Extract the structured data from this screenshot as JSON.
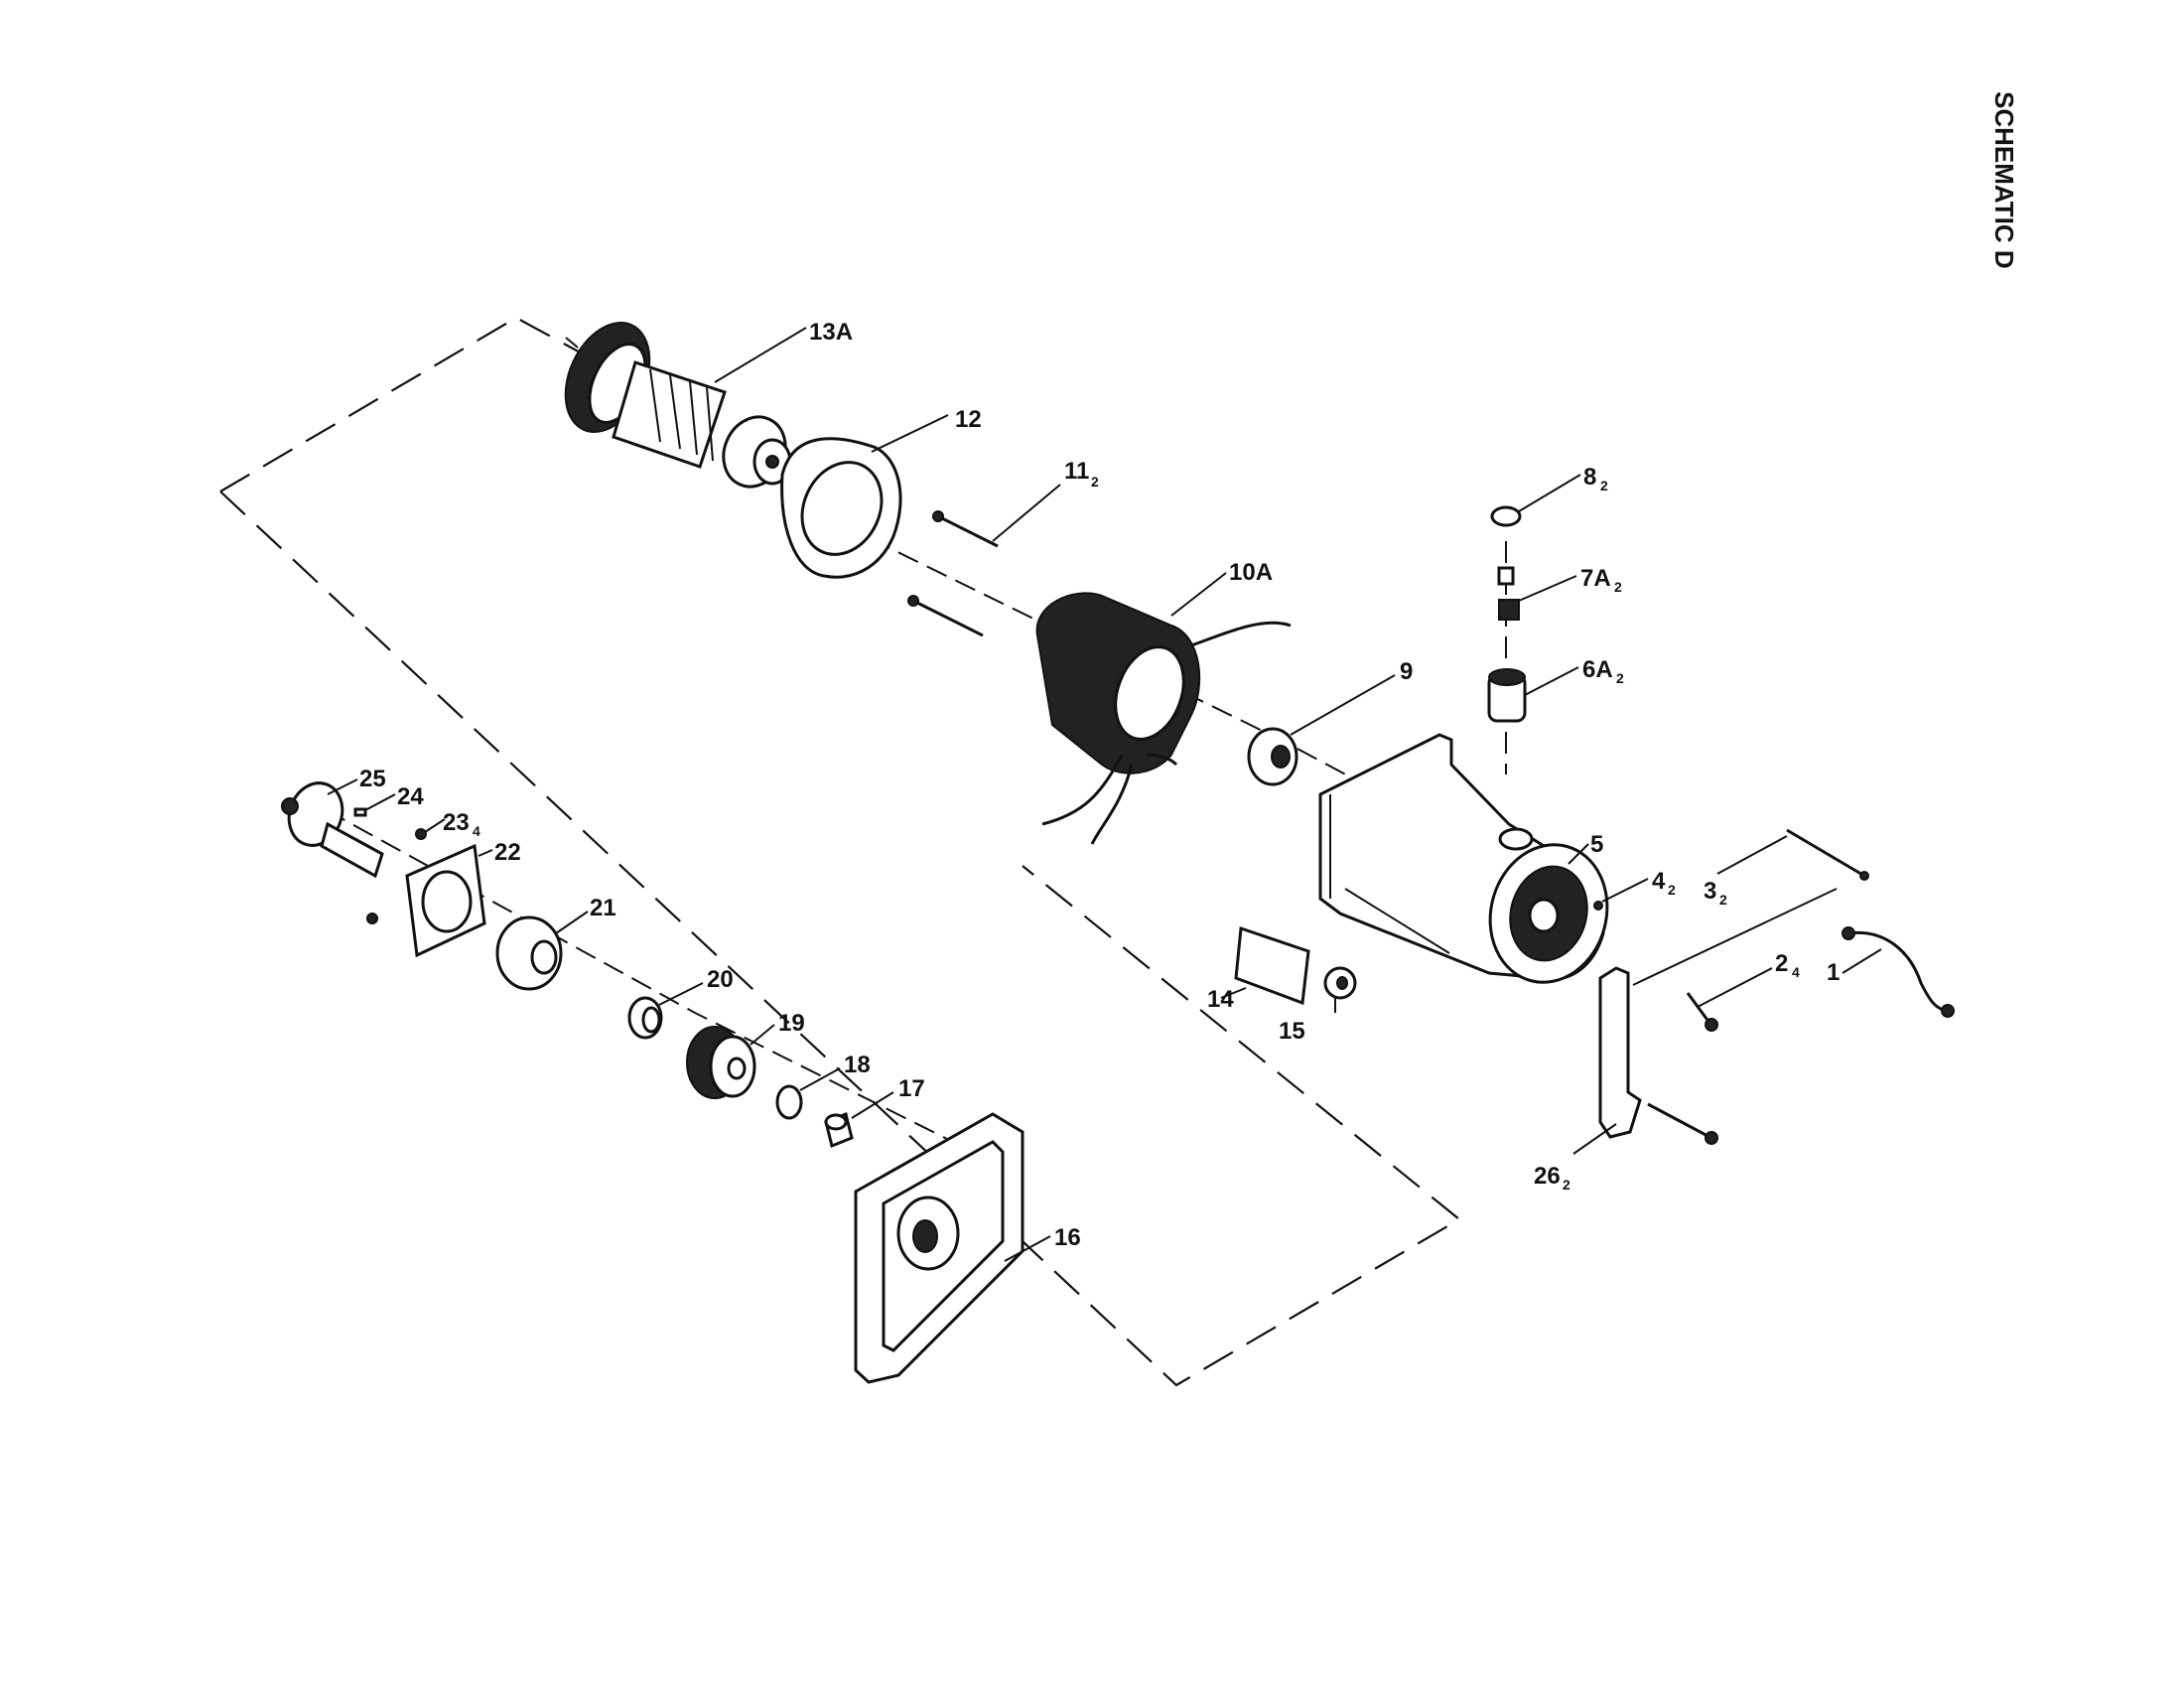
{
  "title": "SCHEMATIC D",
  "labels": {
    "p1": "1",
    "p2": "2",
    "p2_sub": "4",
    "p3": "3",
    "p3_sub": "2",
    "p4": "4",
    "p4_sub": "2",
    "p5": "5",
    "p6a": "6A",
    "p6a_sub": "2",
    "p7a": "7A",
    "p7a_sub": "2",
    "p8": "8",
    "p8_sub": "2",
    "p9": "9",
    "p10a": "10A",
    "p11": "11",
    "p11_sub": "2",
    "p12": "12",
    "p13a": "13A",
    "p14": "14",
    "p15": "15",
    "p16": "16",
    "p17": "17",
    "p18": "18",
    "p19": "19",
    "p20": "20",
    "p21": "21",
    "p22": "22",
    "p23": "23",
    "p23_sub": "4",
    "p24": "24",
    "p25": "25",
    "p26": "26",
    "p26_sub": "2"
  },
  "colors": {
    "ink": "#111111",
    "paper": "#ffffff"
  }
}
